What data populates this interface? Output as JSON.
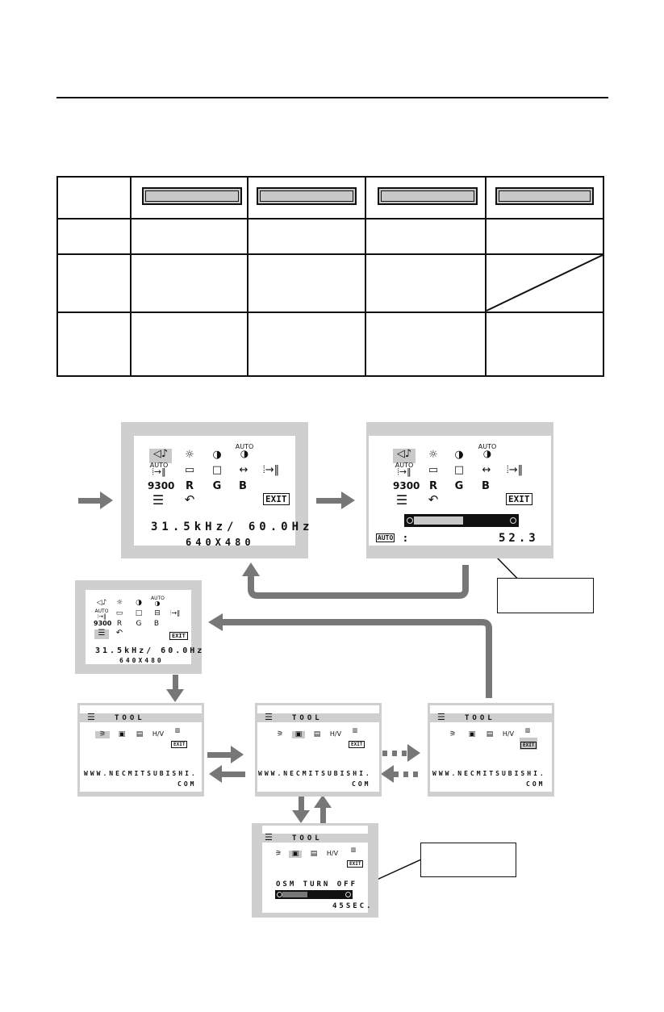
{
  "osd_main": {
    "icons": [
      "volume-icon",
      "brightness-icon",
      "contrast-icon",
      "auto-adjust-icon",
      "auto-setup-icon",
      "left-right-icon",
      "down-up-icon",
      "h-size-icon",
      "fine-icon",
      "color-control-icon",
      "red-icon",
      "green-icon",
      "blue-icon",
      "tool-icon",
      "factory-preset-icon",
      "exit-icon"
    ],
    "labels": {
      "auto": "AUTO",
      "color_temp": "9300",
      "r": "R",
      "g": "G",
      "b": "B",
      "exit": "EXIT"
    },
    "frequency": "31.5kHz/ 60.0Hz",
    "resolution": "640X480"
  },
  "adjust_screen": {
    "auto_label": "AUTO",
    "value": "52.3",
    "bar_fill_fraction": 0.52
  },
  "tool_menu": {
    "title": "TOOL",
    "hk_label": "H/V",
    "url_line1": "WWW.NECMITSUBISHI.",
    "url_line2": "COM",
    "osm_turn_off": "OSM TURN OFF",
    "timeout": "45SEC.",
    "timeout_bar_fraction": 0.4
  },
  "colors": {
    "screen_gray": "#cfcfcf",
    "arrow_gray": "#777777"
  }
}
